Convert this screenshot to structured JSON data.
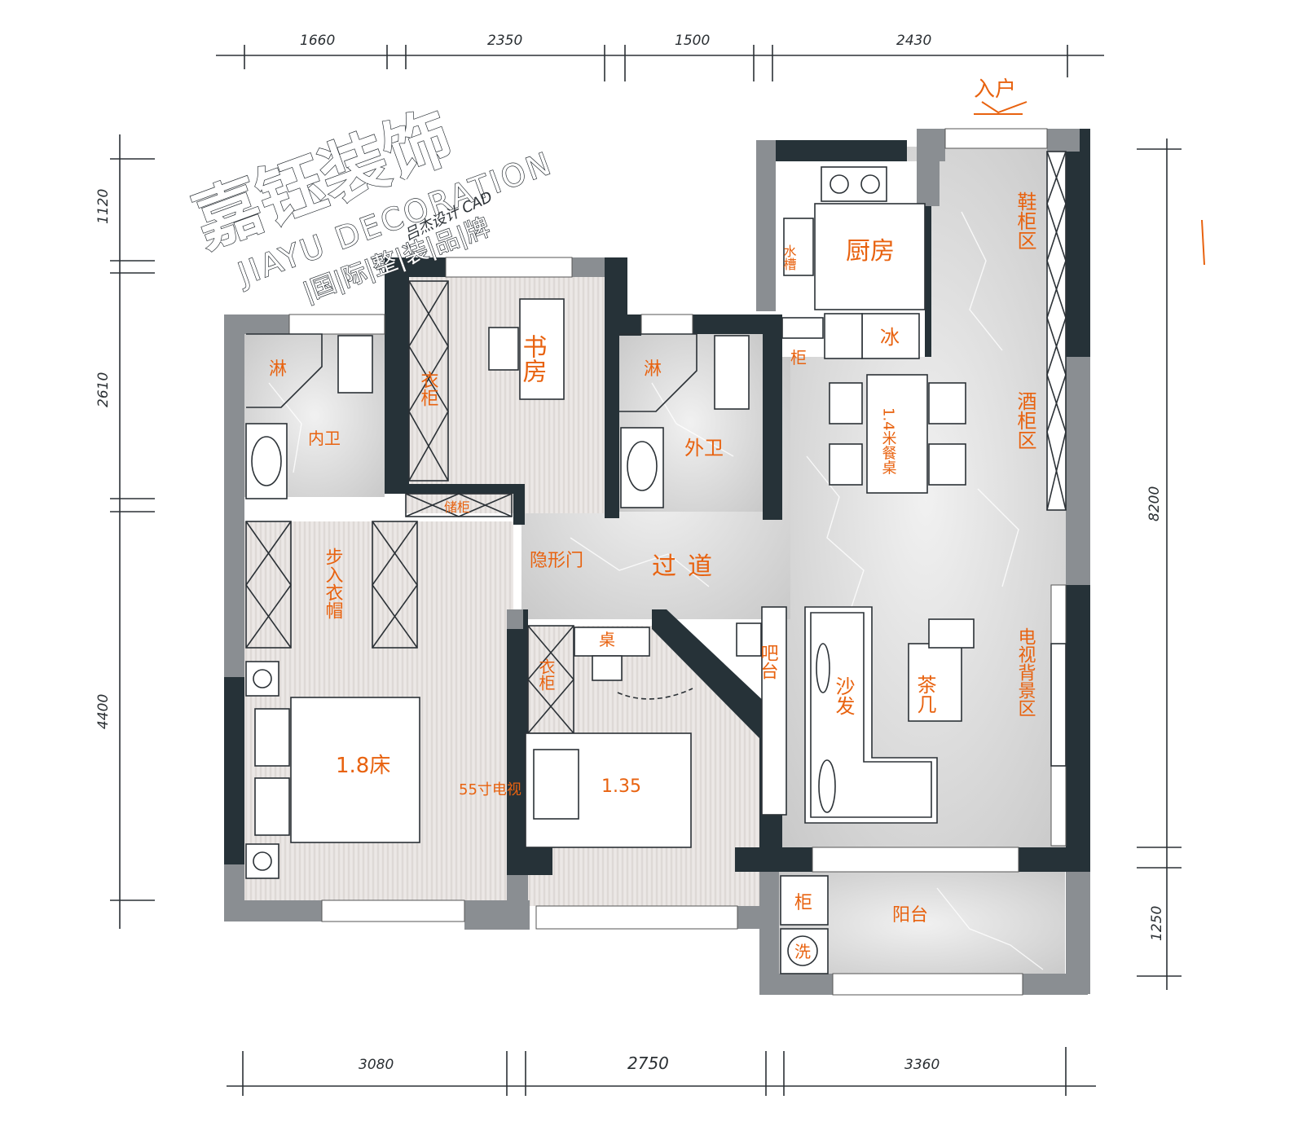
{
  "brand": {
    "name_cn": "嘉钰装饰",
    "name_en": "JIAYU DECORATION",
    "tagline": "|国|际|整|装|品|牌",
    "signature": "吕杰设计 CAD"
  },
  "dimensions": {
    "top": [
      "1660",
      "2350",
      "1500",
      "2430"
    ],
    "bottom": [
      "3080",
      "2750",
      "3360"
    ],
    "left": [
      "1120",
      "2610",
      "4400"
    ],
    "right": [
      "8200",
      "1250"
    ]
  },
  "entrance": {
    "label": "入户"
  },
  "rooms": {
    "kitchen": "厨房",
    "sink": "水槽",
    "fridge": "冰",
    "stove_cabinet": "柜",
    "shoe_cabinet": "鞋柜区",
    "wine_cabinet": "酒柜区",
    "dining_table": "1.4米餐桌",
    "study": "书房",
    "study_wardrobe": "衣柜",
    "inner_bath": "内卫",
    "inner_shower": "淋",
    "outer_bath": "外卫",
    "outer_shower": "淋",
    "corridor_cabinet": "储柜",
    "hidden_door": "隐形门",
    "corridor": "过道",
    "walkin_closet": "步入衣帽",
    "master_bed": "1.8床",
    "tv_note": "55寸电视",
    "second_wardrobe": "衣柜",
    "second_desk": "桌",
    "second_bed": "1.35",
    "bar": "吧台",
    "sofa": "沙发",
    "coffee_table": "茶几",
    "tv_wall": "电视背景区",
    "balcony": "阳台",
    "balcony_cabinet": "柜",
    "washer": "洗"
  },
  "colors": {
    "wall_dark": "#263238",
    "wall_grey": "#8a8e92",
    "wood_floor": "#e6e2df",
    "marble_floor": "#dcdcdc",
    "accent": "#e8620f"
  }
}
